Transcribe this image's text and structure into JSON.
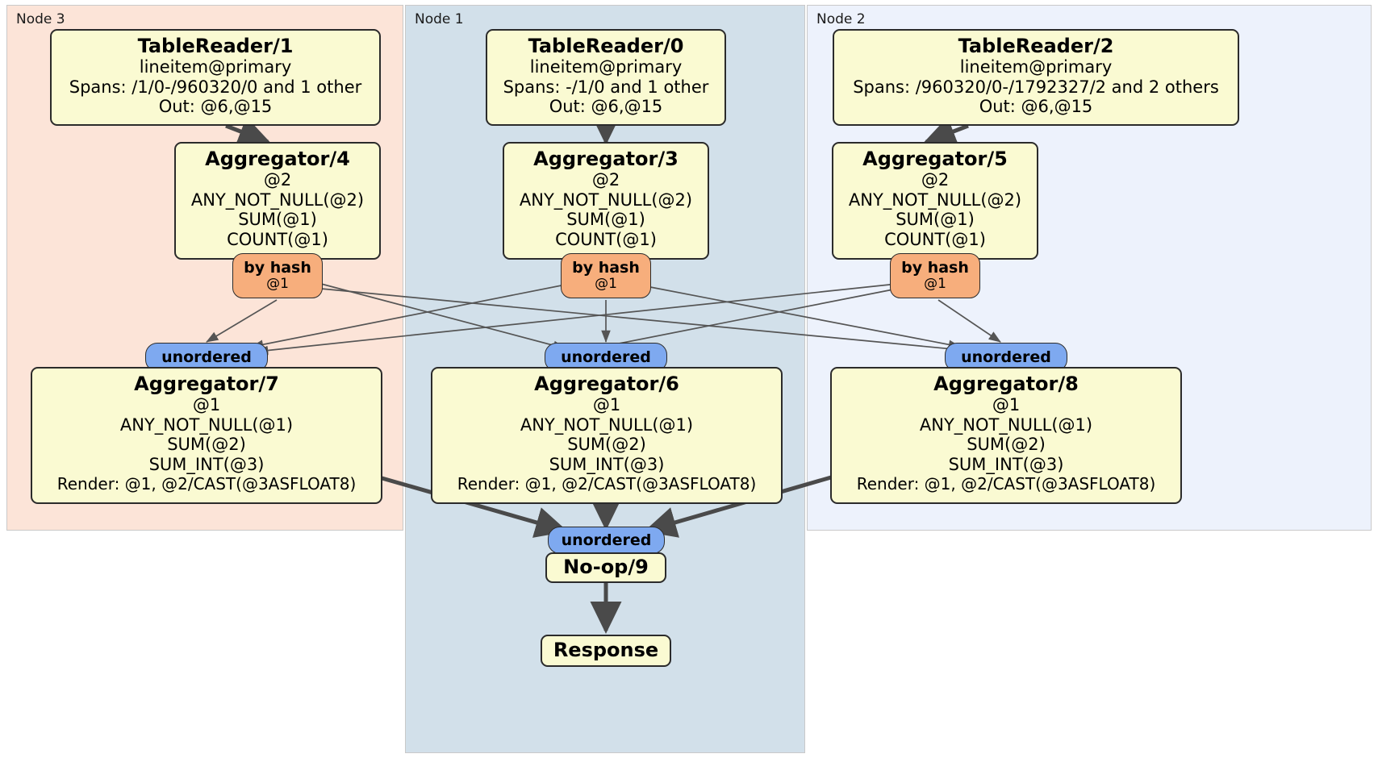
{
  "diagram": {
    "type": "distributed-query-execution-plan",
    "nodes": [
      {
        "id": "node3",
        "label": "Node 3",
        "color": "#FCE4D8"
      },
      {
        "id": "node1",
        "label": "Node 1",
        "color": "#D2E0EA"
      },
      {
        "id": "node2",
        "label": "Node 2",
        "color": "#EDF2FC"
      }
    ],
    "colors": {
      "processor_fill": "#FAFAD2",
      "processor_border": "#2b2b2b",
      "hash_router_fill": "#F7AE7C",
      "synchronizer_fill": "#7EA9F0",
      "edge": "#4a4a4a"
    },
    "processors": {
      "table_reader_1": {
        "title": "TableReader/1",
        "lines": [
          "lineitem@primary",
          "Spans: /1/0-/960320/0 and 1 other",
          "Out: @6,@15"
        ]
      },
      "table_reader_0": {
        "title": "TableReader/0",
        "lines": [
          "lineitem@primary",
          "Spans: -/1/0 and 1 other",
          "Out: @6,@15"
        ]
      },
      "table_reader_2": {
        "title": "TableReader/2",
        "lines": [
          "lineitem@primary",
          "Spans: /960320/0-/1792327/2 and 2 others",
          "Out: @6,@15"
        ]
      },
      "aggregator_4": {
        "title": "Aggregator/4",
        "lines": [
          "@2",
          "ANY_NOT_NULL(@2)",
          "SUM(@1)",
          "COUNT(@1)"
        ]
      },
      "aggregator_3": {
        "title": "Aggregator/3",
        "lines": [
          "@2",
          "ANY_NOT_NULL(@2)",
          "SUM(@1)",
          "COUNT(@1)"
        ]
      },
      "aggregator_5": {
        "title": "Aggregator/5",
        "lines": [
          "@2",
          "ANY_NOT_NULL(@2)",
          "SUM(@1)",
          "COUNT(@1)"
        ]
      },
      "aggregator_7": {
        "title": "Aggregator/7",
        "lines": [
          "@1",
          "ANY_NOT_NULL(@1)",
          "SUM(@2)",
          "SUM_INT(@3)",
          "Render: @1, @2/CAST(@3ASFLOAT8)"
        ]
      },
      "aggregator_6": {
        "title": "Aggregator/6",
        "lines": [
          "@1",
          "ANY_NOT_NULL(@1)",
          "SUM(@2)",
          "SUM_INT(@3)",
          "Render: @1, @2/CAST(@3ASFLOAT8)"
        ]
      },
      "aggregator_8": {
        "title": "Aggregator/8",
        "lines": [
          "@1",
          "ANY_NOT_NULL(@1)",
          "SUM(@2)",
          "SUM_INT(@3)",
          "Render: @1, @2/CAST(@3ASFLOAT8)"
        ]
      },
      "noop_9": {
        "title": "No-op/9",
        "lines": []
      },
      "response": {
        "title": "Response",
        "lines": []
      }
    },
    "routers": {
      "hash_4": {
        "title": "by hash",
        "sub": "@1"
      },
      "hash_3": {
        "title": "by hash",
        "sub": "@1"
      },
      "hash_5": {
        "title": "by hash",
        "sub": "@1"
      },
      "sync_7": {
        "title": "unordered",
        "sub": ""
      },
      "sync_6": {
        "title": "unordered",
        "sub": ""
      },
      "sync_8": {
        "title": "unordered",
        "sub": ""
      },
      "sync_9": {
        "title": "unordered",
        "sub": ""
      }
    }
  }
}
